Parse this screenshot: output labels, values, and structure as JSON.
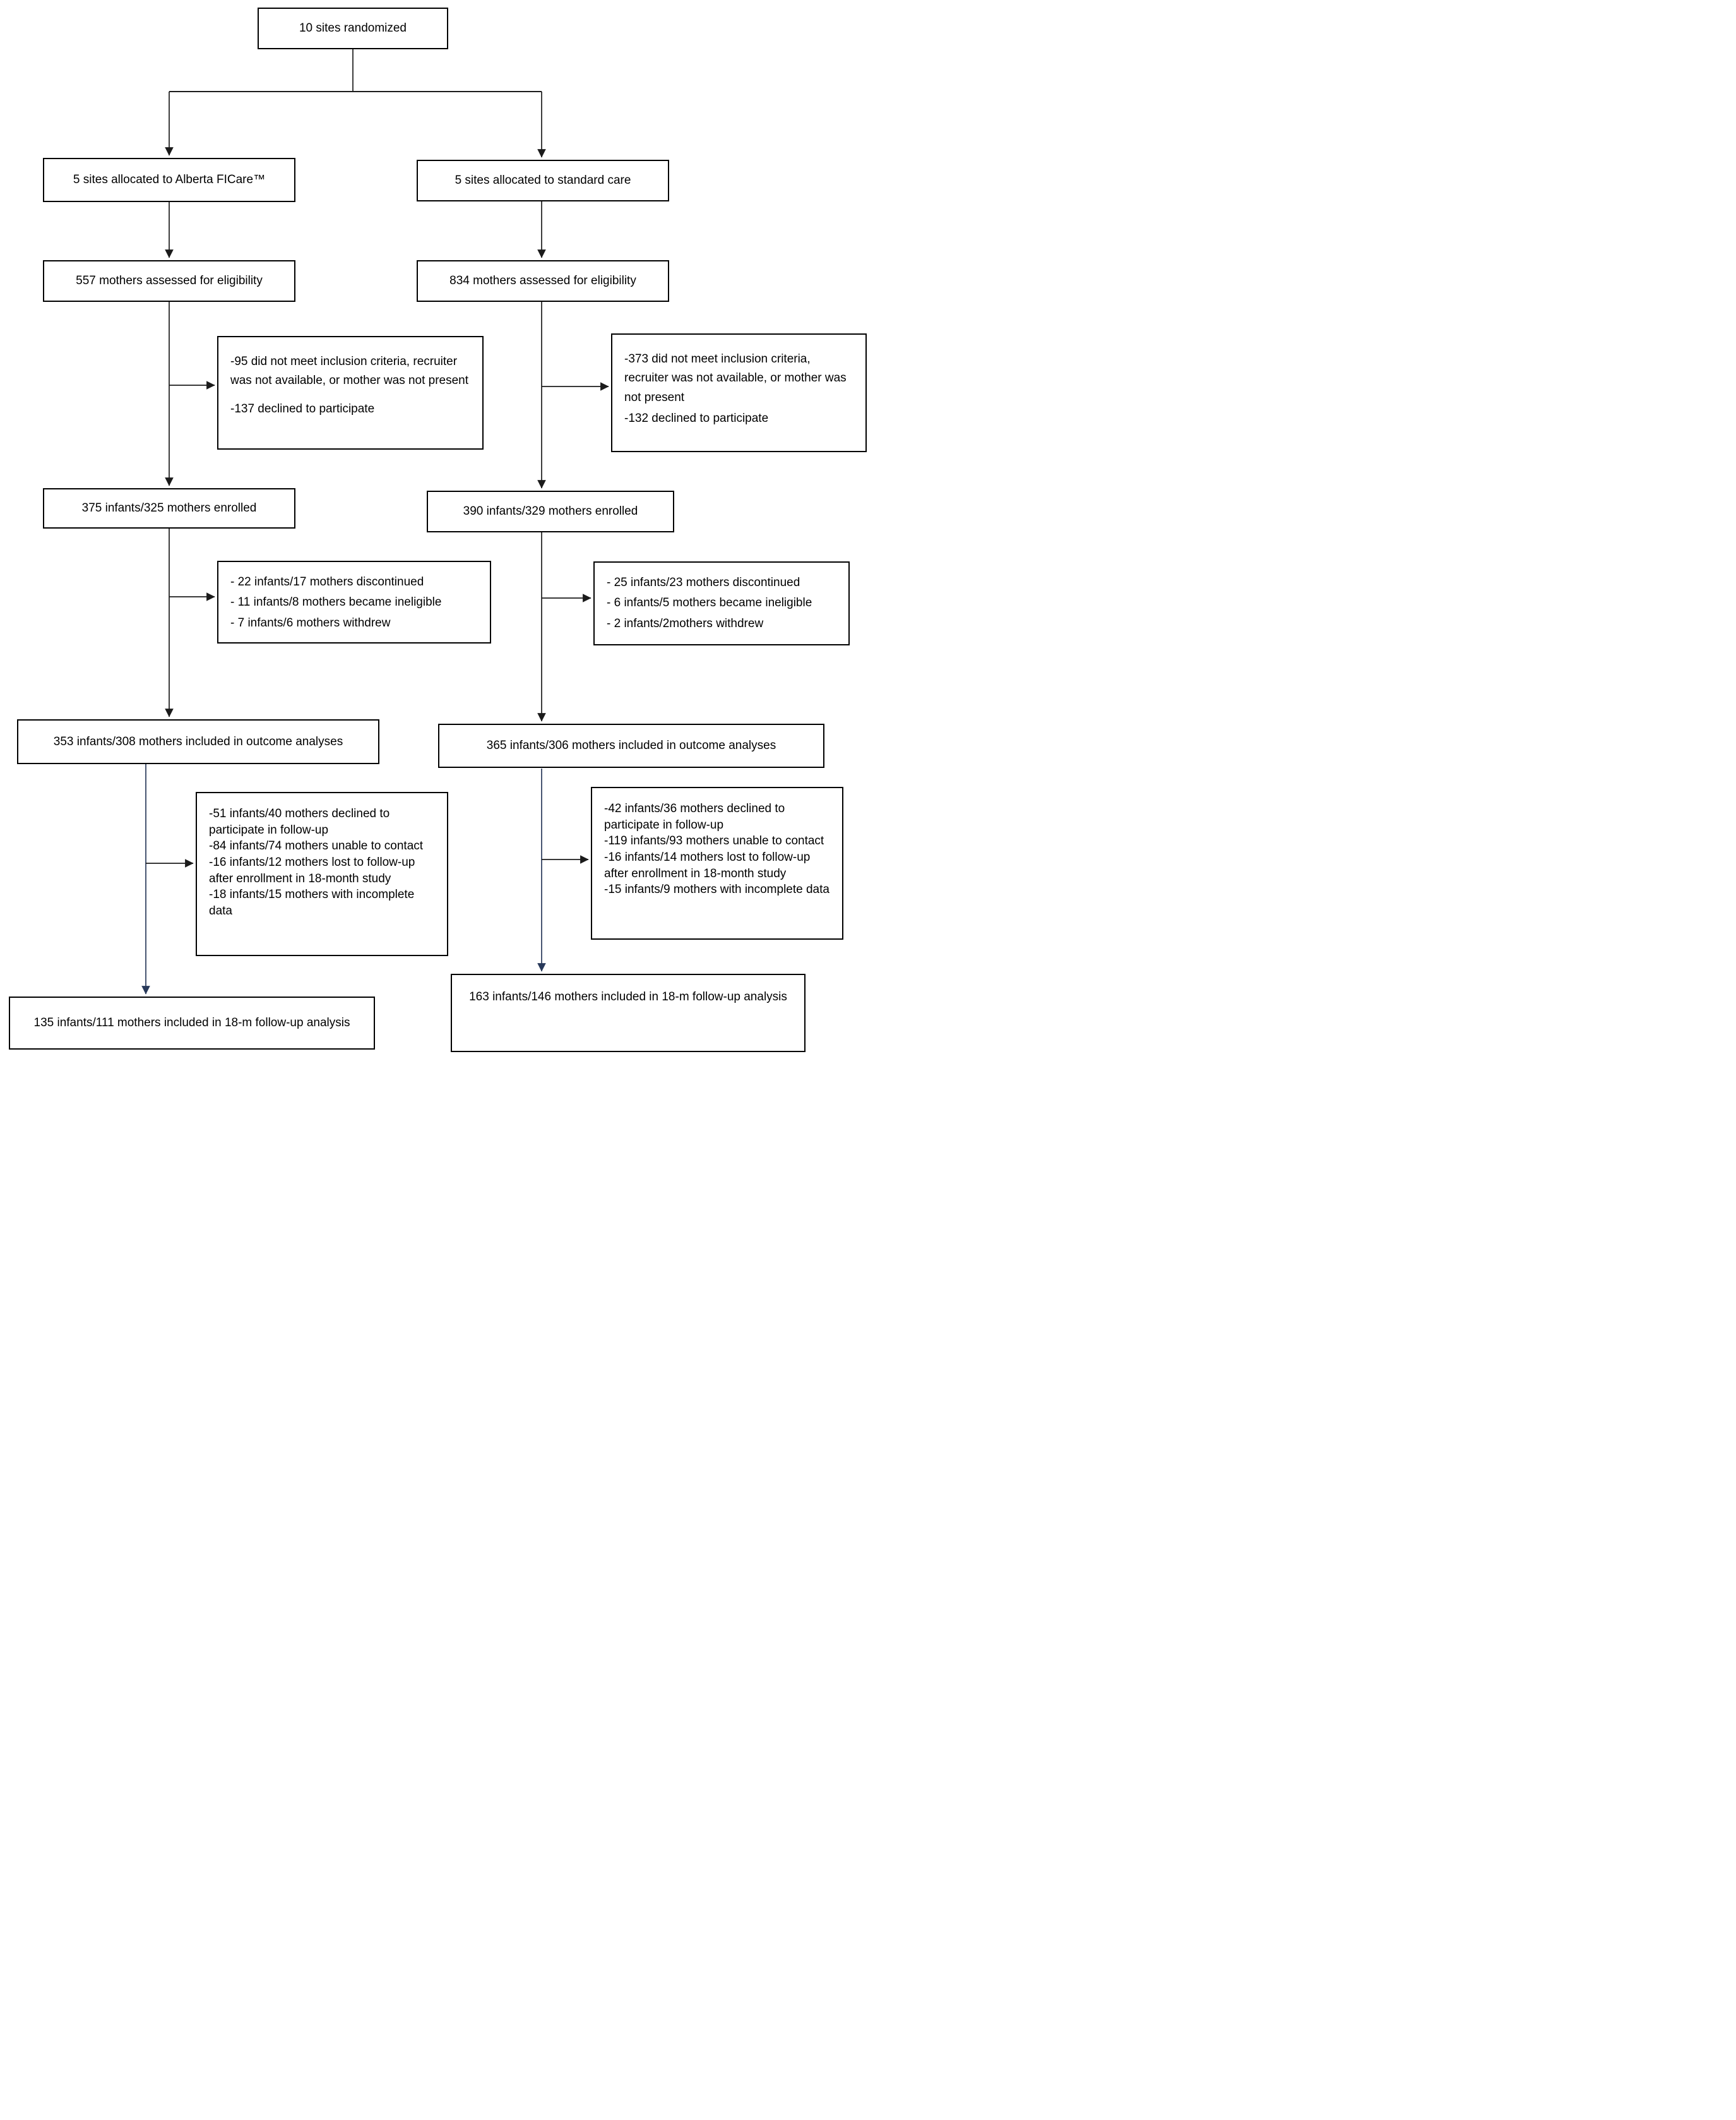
{
  "colors": {
    "background": "#ffffff",
    "box_border": "#000000",
    "text": "#000000",
    "connector": "#1b1b1b",
    "connector_accent": "#28395a"
  },
  "flow": {
    "randomized": "10 sites randomized",
    "left_arm": {
      "allocated": "5 sites allocated to Alberta FICare™",
      "assessed": "557 mothers assessed for eligibility",
      "excluded": [
        "-95 did not meet inclusion criteria, recruiter was not available, or mother was not present",
        "-137 declined to participate"
      ],
      "enrolled": "375 infants/325 mothers enrolled",
      "discontinued": [
        "- 22 infants/17 mothers discontinued",
        "- 11 infants/8 mothers became ineligible",
        "- 7 infants/6 mothers withdrew"
      ],
      "outcome": "353 infants/308 mothers included in outcome analyses",
      "followup_excluded": [
        "-51 infants/40 mothers declined to participate in follow-up",
        "-84 infants/74 mothers unable to contact",
        "-16 infants/12 mothers lost to follow-up after enrollment in 18-month study",
        "-18 infants/15 mothers with incomplete data"
      ],
      "followup": "135 infants/111 mothers included in 18-m follow-up analysis"
    },
    "right_arm": {
      "allocated": "5 sites allocated to standard care",
      "assessed": "834 mothers assessed for eligibility",
      "excluded": [
        "-373 did not meet inclusion criteria, recruiter was not available, or mother was not present",
        "-132 declined to participate"
      ],
      "enrolled": "390 infants/329 mothers enrolled",
      "discontinued": [
        "- 25 infants/23 mothers discontinued",
        "- 6 infants/5 mothers became ineligible",
        "- 2 infants/2mothers withdrew"
      ],
      "outcome": "365 infants/306 mothers included in outcome analyses",
      "followup_excluded": [
        "-42 infants/36 mothers declined to participate in follow-up",
        "-119 infants/93 mothers unable to contact",
        "-16 infants/14 mothers lost to follow-up after enrollment in 18-month study",
        "-15 infants/9 mothers with incomplete data"
      ],
      "followup": "163 infants/146 mothers included in 18-m follow-up analysis"
    }
  }
}
